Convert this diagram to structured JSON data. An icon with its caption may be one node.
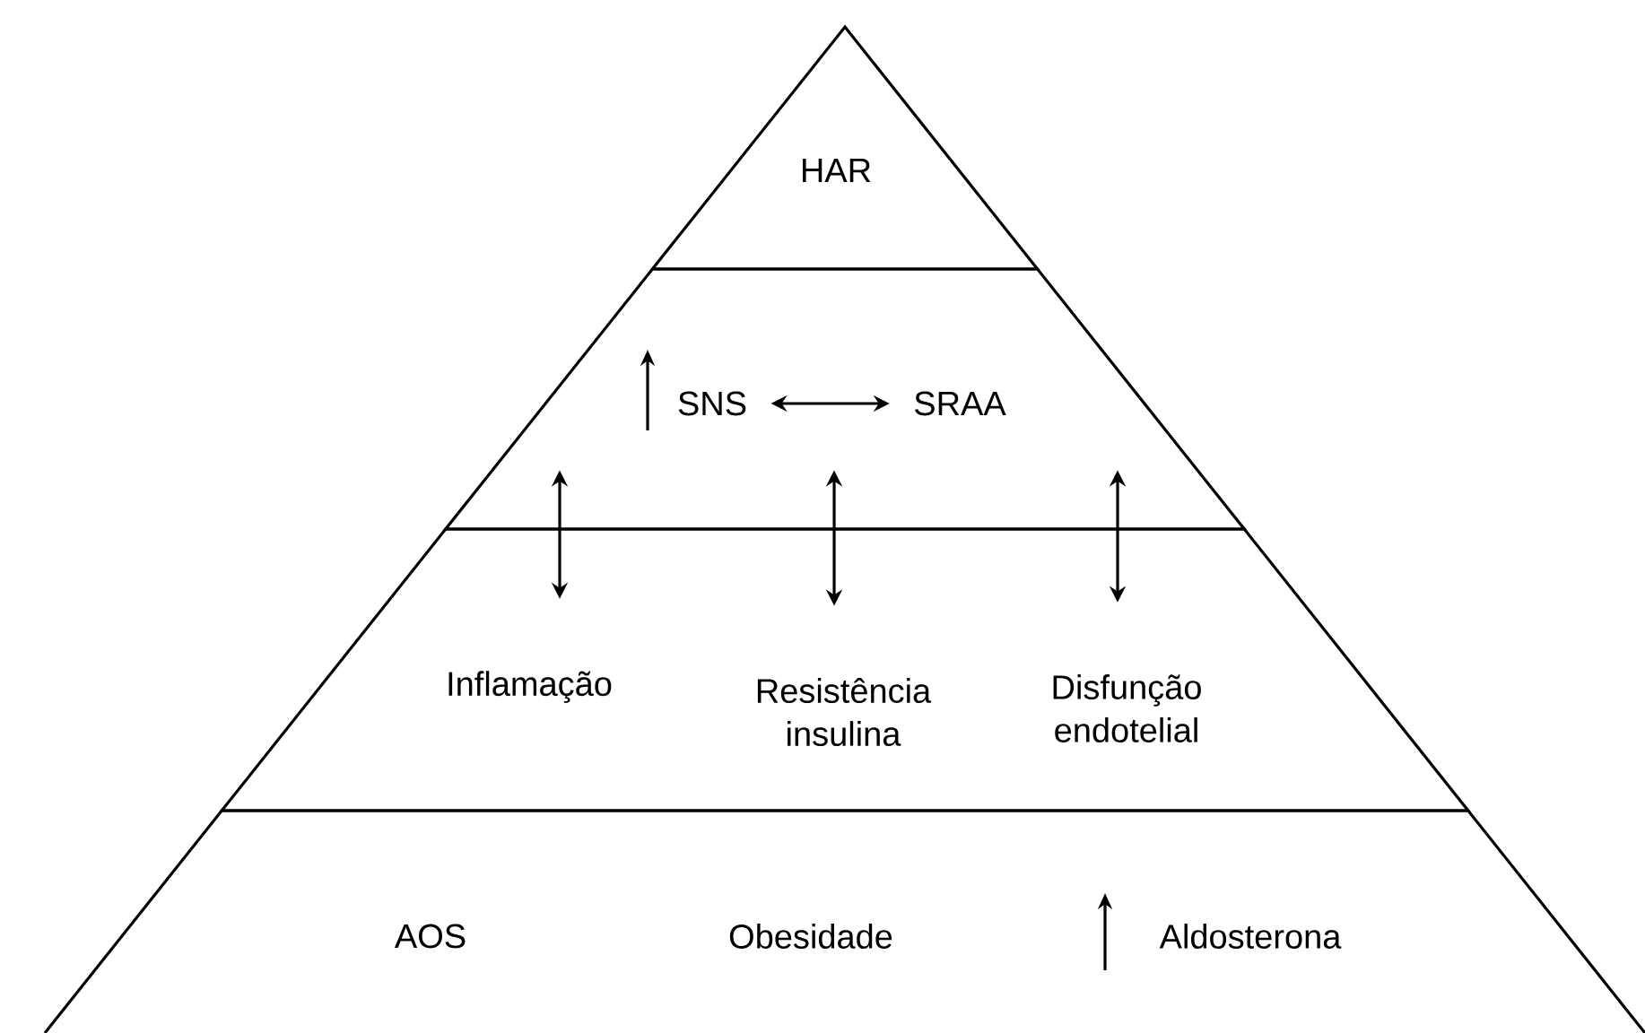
{
  "diagram": {
    "nodes": [
      {
        "text": [],
        "shape": "band"
      },
      {
        "text": [
          "HAR"
        ],
        "in": 0
      },
      {
        "text": [],
        "shape": "band"
      },
      {
        "text": [
          "SNS"
        ],
        "in": 2
      },
      {
        "text": [
          "SRAA"
        ],
        "in": 2
      },
      {
        "text": [],
        "shape": "band"
      },
      {
        "text": [
          "Inflamação"
        ],
        "in": 5
      },
      {
        "text": [
          "Resistência insulina"
        ],
        "in": 5
      },
      {
        "text": [
          "Disfunção endotelial"
        ],
        "in": 5
      },
      {
        "text": [],
        "shape": "band"
      },
      {
        "text": [
          "AOS"
        ],
        "in": 9
      },
      {
        "text": [
          "Obesidade"
        ],
        "in": 9
      },
      {
        "text": [
          "Aldosterona"
        ],
        "in": 9
      }
    ],
    "edges": [
      {
        "from": 3,
        "to": 4,
        "arrow": "both"
      },
      {
        "from": 2,
        "to": 6,
        "arrow": "both"
      },
      {
        "from": 2,
        "to": 7,
        "arrow": "both"
      },
      {
        "from": 2,
        "to": 8,
        "arrow": "both"
      }
    ]
  }
}
